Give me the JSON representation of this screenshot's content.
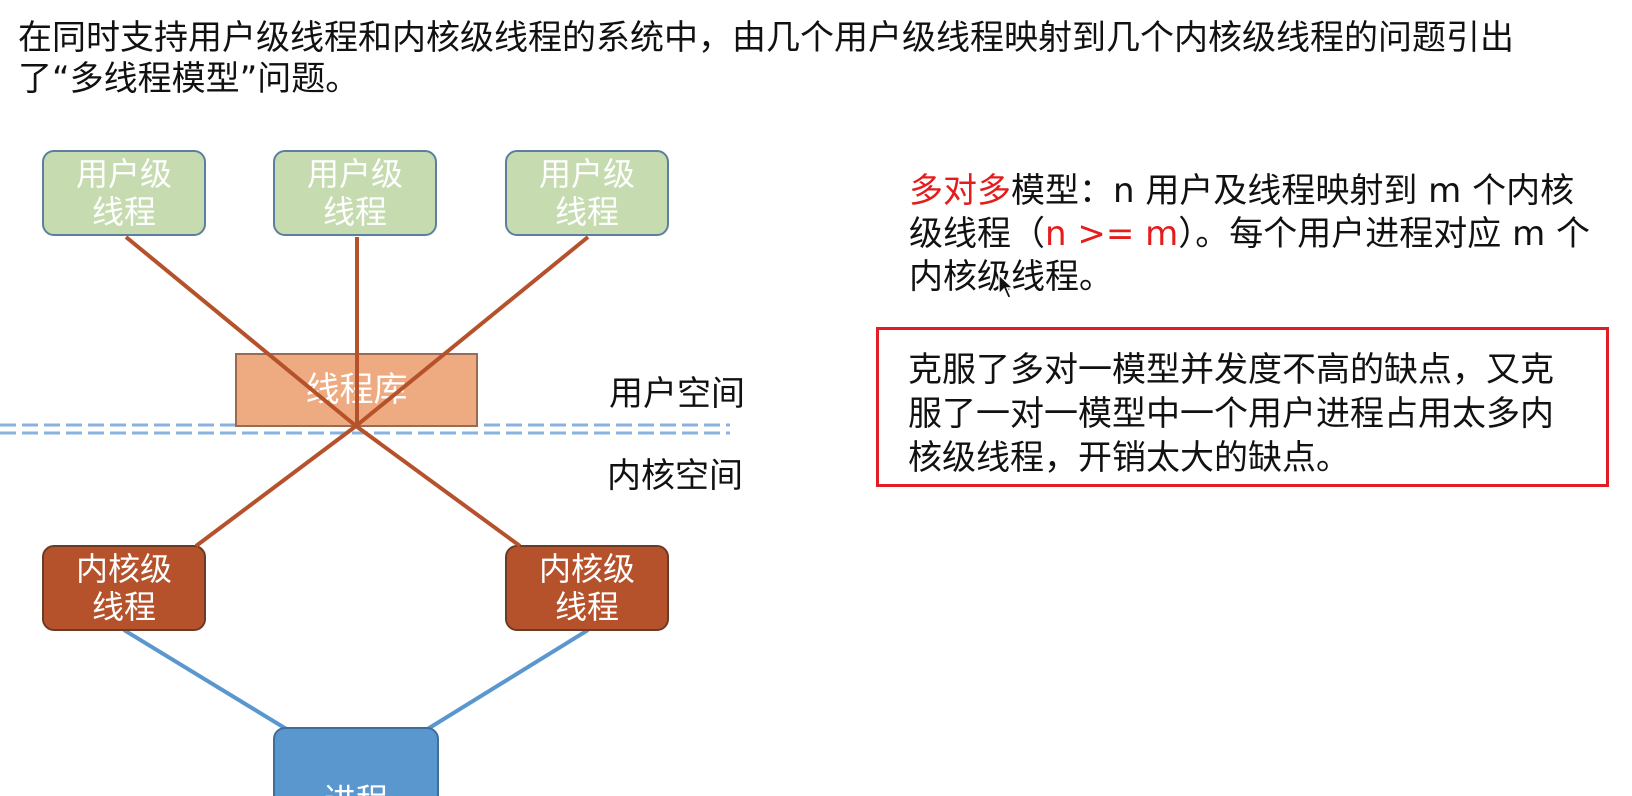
{
  "intro_text": "在同时支持用户级线程和内核级线程的系统中，由几个用户级线程映射到几个内核级线程的问题引出了“多线程模型”问题。",
  "diagram": {
    "user_threads": [
      "用户级\n线程",
      "用户级\n线程",
      "用户级\n线程"
    ],
    "thread_library": "线程库",
    "kernel_threads": [
      "内核级\n线程",
      "内核级\n线程"
    ],
    "process": "进程",
    "user_space_label": "用户空间",
    "kernel_space_label": "内核空间"
  },
  "description": {
    "model_name": "多对多",
    "part1": "模型：n 用户及线程映射到 m 个内核级线程（",
    "condition": "n >= m",
    "part2": "）。每个用户进程对应 m 个内核级线程。"
  },
  "note": {
    "text": "克服了多对一模型并发度不高的缺点，又克服了一对一模型中一个用户进程占用太多内核级线程，开销太大的缺点。"
  },
  "colors": {
    "user_thread_fill": "#c6dcb0",
    "kernel_thread_fill": "#b5522b",
    "thread_library_fill": "#eeaa80",
    "process_fill": "#5b97cf",
    "mapping_line": "#b5522b",
    "process_line": "#5b97cf",
    "highlight_red": "#e51c1c",
    "note_border": "#e21c24"
  }
}
